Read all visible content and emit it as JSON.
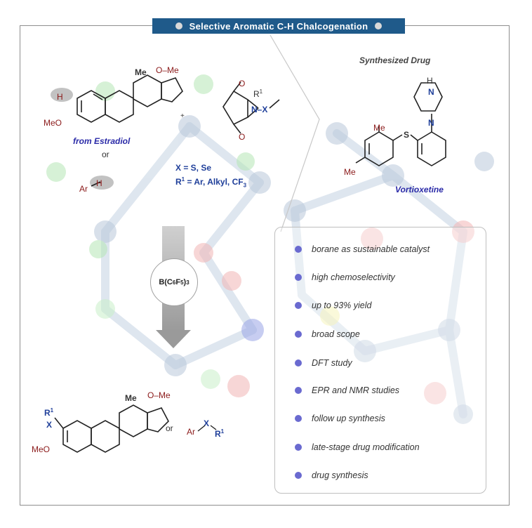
{
  "title": "Selective Aromatic C-H Chalcogenation",
  "synthesized_drug_label": "Synthesized Drug",
  "drug_name": "Vortioxetine",
  "from_label": "from Estradiol",
  "or_1": "or",
  "or_2": "or",
  "x_def": "X = S, Se",
  "r1_def_prefix": "R",
  "r1_def_sup": "1",
  "r1_def_rest": " = Ar, Alkyl, CF",
  "r1_def_sub": "3",
  "catalyst": {
    "b": "B(C",
    "s1": "6",
    "f": "F",
    "s2": "5",
    "end": ")",
    "s3": "3"
  },
  "features": [
    "borane as sustainable catalyst",
    "high chemoselectivity",
    "up to 93% yield",
    "broad scope",
    "DFT study",
    "EPR and NMR studies",
    "follow up synthesis",
    "late-stage drug modification",
    "drug synthesis"
  ],
  "atom_labels": {
    "me": "Me",
    "ome": "O–Me",
    "meo": "MeO",
    "h": "H",
    "ar": "Ar",
    "x": "X",
    "n": "N",
    "o": "O",
    "s": "S",
    "r1": "R",
    "one": "1",
    "nx": "N–X",
    "plus": "+"
  },
  "colors": {
    "title_bg": "#1f5a8a",
    "bullet": "#6a6ad0",
    "accent_blue": "#1f3f9a",
    "atom_red": "#8b1a1a"
  }
}
